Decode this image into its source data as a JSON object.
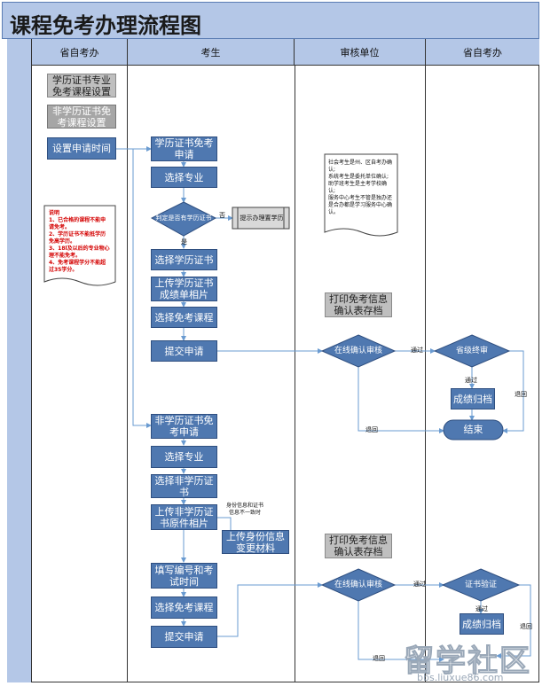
{
  "title": "课程免考办理流程图",
  "lanes": [
    "省自考办",
    "考生",
    "审核单位",
    "省自考办"
  ],
  "left": {
    "box1": "学历证书专业免考课程设置",
    "box2": "非学历证书免考课程设置",
    "box3": "设置申请时间",
    "note_title": "说明",
    "note_lines": [
      "1、已合格的课程不能申请免考。",
      "2、学历证书不能抵学历免高学历。",
      "3、18l及以后的专业物心理不能免考。",
      "4、免考课程学分不能超过35学分。"
    ]
  },
  "student": {
    "b1": "学历证书免考申请",
    "b2": "选择专业",
    "diamond1": "判定是否有学历证书",
    "no": "否",
    "yes": "是",
    "remind": "提示办理置学历",
    "b3": "选择学历证书",
    "b4": "上传学历证书成绩单相片",
    "b5": "选择免考课程",
    "b6": "提交申请",
    "c1": "非学历证书免考申请",
    "c2": "选择专业",
    "c3": "选择非学历证书",
    "c4": "上传非学历证书原件相片",
    "id_note": "身份信息和证书信息不一致时",
    "c5": "上传身份信息变更材料",
    "c6": "填写编号和考试时间",
    "c7": "选择免考课程",
    "c8": "提交申请"
  },
  "review": {
    "note_lines": [
      "社会考生是州、区自考办确认;",
      "系统考生是委托单位确认;",
      "助学班考生是主考学校确认;",
      "服务中心考生不管是独办还是合办都是学习服务中心确认。"
    ],
    "print1": "打印免考信息确认表存档",
    "online1": "在线确认审核",
    "print2": "打印免考信息确认表存档",
    "online2": "在线确认审核",
    "pass": "通过",
    "back": "退回"
  },
  "right": {
    "final": "省级终审",
    "archive1": "成绩归档",
    "end": "结束",
    "verify": "证书验证",
    "archive2": "成绩归档",
    "pass": "通过",
    "back": "退回"
  },
  "watermark": {
    "big": "留学社区",
    "small": "bbs.liuxue86.com"
  }
}
